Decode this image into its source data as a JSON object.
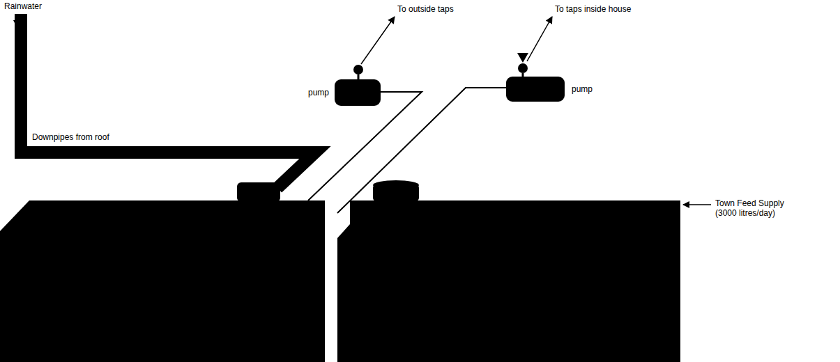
{
  "diagram": {
    "nodes": [
      {
        "text": [
          "pump"
        ]
      },
      {
        "text": [
          "pump"
        ]
      }
    ],
    "labels": [
      "Rainwater",
      "Downpipes from roof",
      "To outside taps",
      "To taps inside house",
      "Town Feed Supply (3000 litres/day)"
    ]
  }
}
